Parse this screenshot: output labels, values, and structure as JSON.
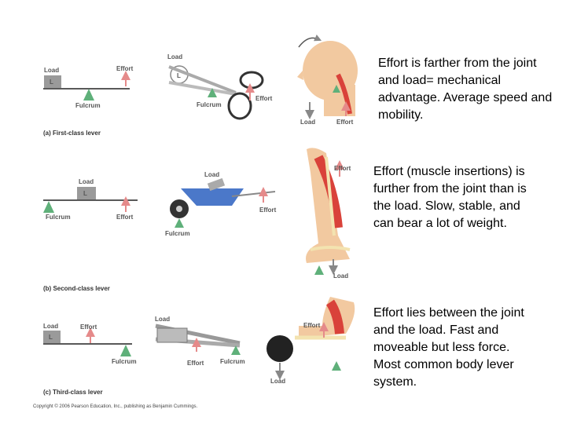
{
  "descriptions": {
    "first": "Effort is farther from the joint and load= mechanical advantage. Average speed and mobility.",
    "second": "Effort (muscle insertions) is further from the joint than is the load.  Slow, stable, and can bear a lot of weight.",
    "third": "Effort lies between the joint and the load. Fast and moveable but less force. Most common body lever system."
  },
  "captions": {
    "first": "(a) First-class lever",
    "second": "(b) Second-class lever",
    "third": "(c) Third-class lever"
  },
  "labels": {
    "load": "Load",
    "effort": "Effort",
    "fulcrum": "Fulcrum",
    "load_box": "L"
  },
  "copyright": "Copyright © 2006 Pearson Education, Inc., publishing as Benjamin Cummings.",
  "colors": {
    "lever_line": "#222222",
    "load_box": "#9a9a9a",
    "fulcrum": "#5fb07a",
    "effort_arrow": "#e58a8a",
    "load_arrow": "#888888",
    "skin": "#f2c9a0",
    "muscle": "#d9423a",
    "bone": "#f3e3b0",
    "wheelbarrow": "#4b78c9"
  }
}
